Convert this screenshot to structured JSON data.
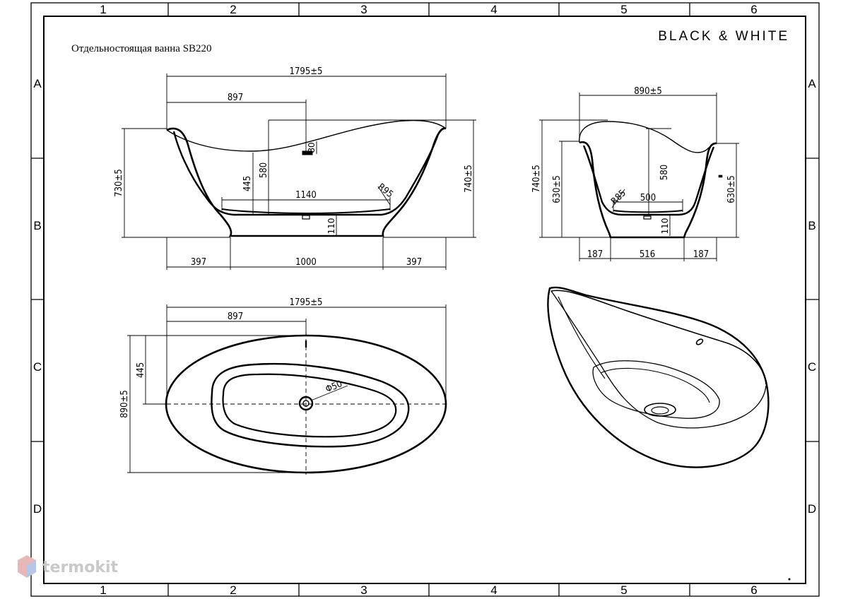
{
  "title": "Отдельностоящая ванна SB220",
  "brand": "BLACK & WHITE",
  "watermark": "termokit",
  "grid": {
    "columns": [
      "1",
      "2",
      "3",
      "4",
      "5",
      "6"
    ],
    "rows": [
      "A",
      "B",
      "C",
      "D"
    ]
  },
  "side_view": {
    "overall_length": "1795±5",
    "half_length": "897",
    "height_low_end": "730±5",
    "height_high_end": "740±5",
    "inner_depth": "580",
    "overflow_height": "445",
    "overflow_size": "80",
    "inner_bottom_length": "1140",
    "inner_radius": "R95",
    "base_height": "110",
    "left_overhang": "397",
    "base_length": "1000",
    "right_overhang": "397"
  },
  "end_view": {
    "overall_width": "890±5",
    "height_high": "740±5",
    "height_left_rim": "630±5",
    "height_right_rim": "630±5",
    "inner_depth": "580",
    "inner_radius": "R85",
    "inner_bottom_width": "500",
    "base_height": "110",
    "left_overhang": "187",
    "base_width": "516",
    "right_overhang": "187"
  },
  "top_view": {
    "overall_length": "1795±5",
    "half_length": "897",
    "half_width": "445",
    "overall_width": "890±5",
    "drain_diameter": "Φ50"
  }
}
